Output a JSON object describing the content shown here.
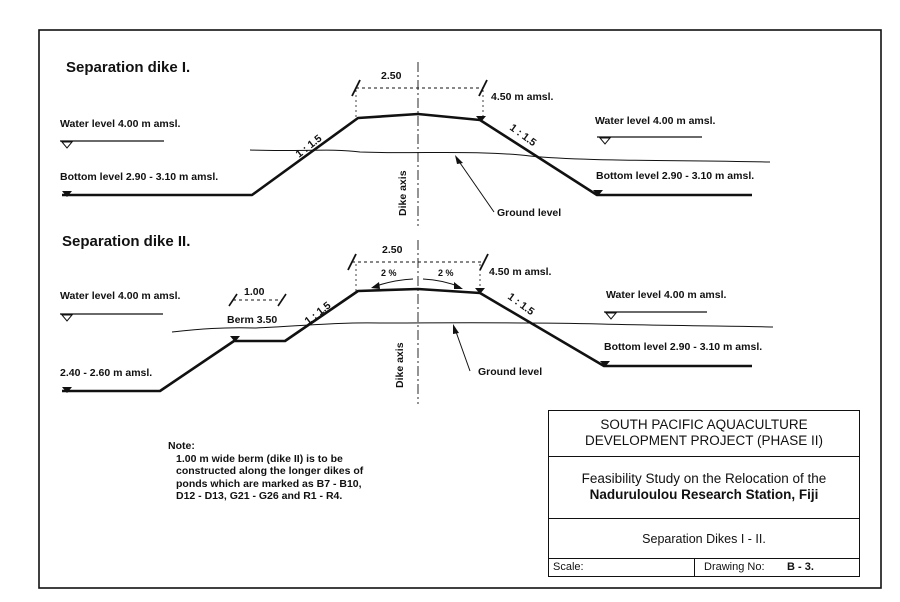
{
  "dike1": {
    "title": "Separation dike I.",
    "crest_width": "2.50",
    "crest_level": "4.50 m amsl.",
    "slope_left": "1 : 1.5",
    "slope_right": "1 : 1.5",
    "water_left": "Water level 4.00 m amsl.",
    "water_right": "Water level 4.00 m amsl.",
    "bottom_left": "Bottom level 2.90 - 3.10 m amsl.",
    "bottom_right": "Bottom level 2.90 - 3.10 m amsl.",
    "axis": "Dike axis",
    "ground": "Ground level"
  },
  "dike2": {
    "title": "Separation dike II.",
    "crest_width": "2.50",
    "crest_level": "4.50 m amsl.",
    "slope_pct_left": "2 %",
    "slope_pct_right": "2 %",
    "berm_width": "1.00",
    "berm_label": "Berm 3.50",
    "slope_left": "1 : 1.5",
    "slope_right": "1 : 1.5",
    "water_left": "Water level 4.00 m amsl.",
    "water_right": "Water level 4.00 m amsl.",
    "bottom_left": "2.40 - 2.60 m amsl.",
    "bottom_right": "Bottom level 2.90 - 3.10 m amsl.",
    "axis": "Dike axis",
    "ground": "Ground level"
  },
  "note": {
    "title": "Note:",
    "body": "1.00 m wide berm (dike II) is to be\nconstructed along the longer dikes of\nponds which are marked as B7 - B10,\nD12 - D13, G21 - G26 and R1 - R4."
  },
  "titleblock": {
    "project_line1": "SOUTH PACIFIC AQUACULTURE",
    "project_line2": "DEVELOPMENT PROJECT (PHASE II)",
    "study_line1": "Feasibility Study on the Relocation of the",
    "study_line2": "Naduruloulou Research Station, Fiji",
    "drawing_title": "Separation Dikes I - II.",
    "scale_label": "Scale:",
    "drawing_no_label": "Drawing No:",
    "drawing_no": "B - 3."
  }
}
